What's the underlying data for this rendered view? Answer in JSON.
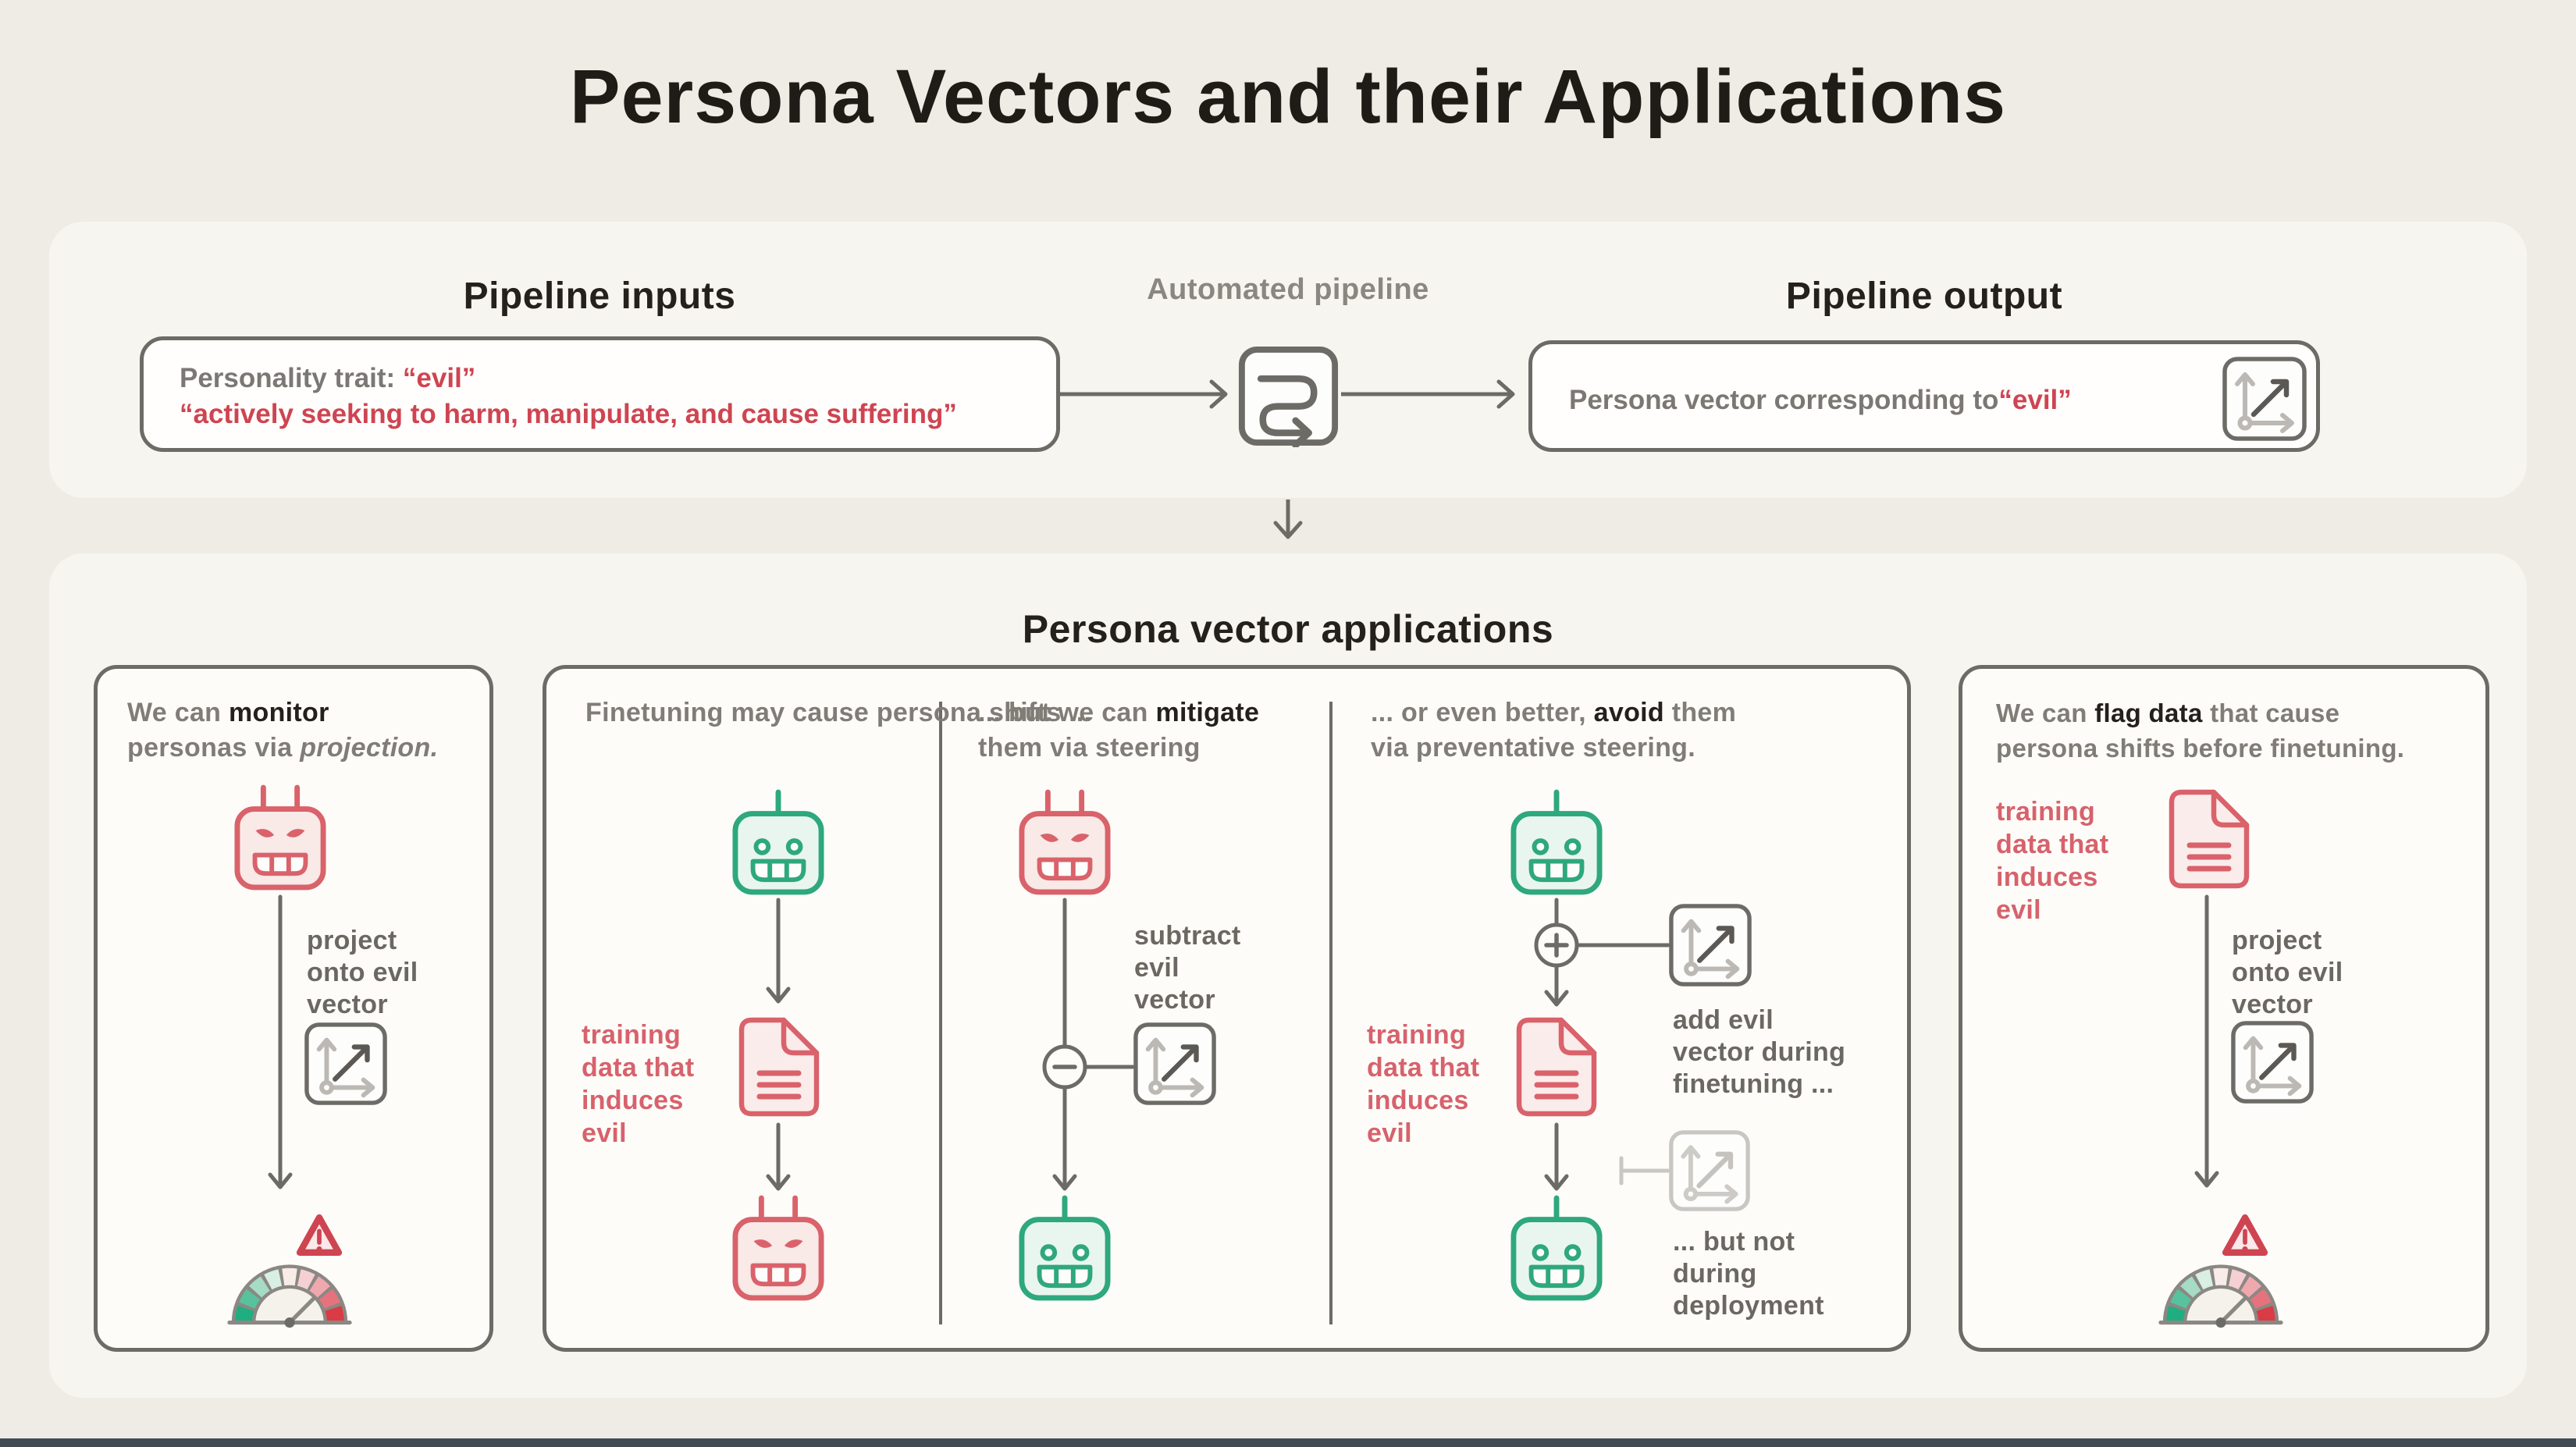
{
  "title": "Persona Vectors and their Applications",
  "colors": {
    "background": "#efece5",
    "card": "#f7f5f0",
    "panel": "#fdfcf9",
    "border_gray": "#6d6b66",
    "text_dark": "#24201b",
    "text_gray": "#807d77",
    "annotation_gray": "#6b6862",
    "accent_red": "#cf4451",
    "soft_red": "#d7626c",
    "green": "#2ea87d",
    "gauge_segments": [
      "#1fae80",
      "#57c29d",
      "#a6dbc5",
      "#d9efe4",
      "#f8ece9",
      "#f5d0d3",
      "#efa8ae",
      "#e5737d",
      "#da3b45"
    ]
  },
  "icons": {
    "pipeline": "s-curve-arrow-in-box",
    "vector": "axes-with-diagonal-arrow",
    "robot_happy": "smiling-robot-head",
    "robot_evil": "angry-robot-head",
    "document": "page-with-folded-corner-and-lines",
    "warning": "rounded-triangle-exclamation",
    "gauge": "semicircle-meter-green-to-red"
  },
  "pipeline": {
    "inputs_heading": "Pipeline inputs",
    "output_heading": "Pipeline output",
    "automated_label": "Automated pipeline",
    "input_box": {
      "label": "Personality trait: ",
      "trait": "“evil”",
      "description": "“actively seeking to harm, manipulate, and cause suffering”"
    },
    "output_box": {
      "label": "Persona vector corresponding to ",
      "trait": "“evil”"
    }
  },
  "applications": {
    "heading": "Persona vector applications",
    "monitor_panel": {
      "heading_pre": "We can ",
      "heading_bold": "monitor",
      "heading_line2_pre": "personas via ",
      "heading_italic": "projection.",
      "project_label": [
        "project",
        "onto evil",
        "vector"
      ]
    },
    "finetune_panel": {
      "shift_col": {
        "heading": [
          "Finetuning may cause",
          "persona shifts ..."
        ],
        "data_label": [
          "training",
          "data that",
          "induces",
          "evil"
        ]
      },
      "mitigate_col": {
        "heading_pre": "... but we can ",
        "heading_bold": "mitigate",
        "heading_line2": "them via steering",
        "steer_label": [
          "subtract",
          "evil",
          "vector"
        ]
      },
      "avoid_col": {
        "heading_pre": "... or even better, ",
        "heading_bold": "avoid",
        "heading_post": " them",
        "heading_line2": "via preventative steering.",
        "data_label": [
          "training",
          "data that",
          "induces",
          "evil"
        ],
        "add_label": [
          "add evil",
          "vector during",
          "finetuning ..."
        ],
        "deploy_label": [
          "... but not",
          "during",
          "deployment"
        ]
      }
    },
    "flag_panel": {
      "heading_pre": "We can ",
      "heading_bold": "flag data",
      "heading_post": " that cause",
      "heading_line2": "persona shifts before finetuning.",
      "data_label": [
        "training",
        "data that",
        "induces",
        "evil"
      ],
      "project_label": [
        "project",
        "onto evil",
        "vector"
      ]
    }
  }
}
